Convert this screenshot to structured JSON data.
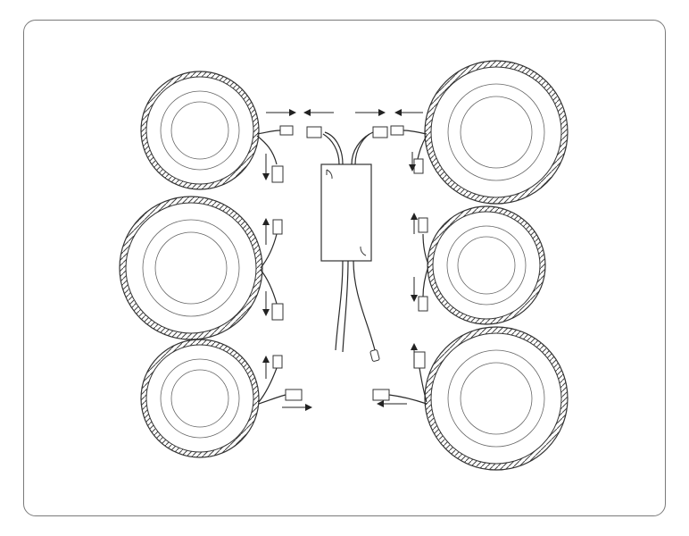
{
  "diagram": {
    "frame_color": "#7a7a7a",
    "line_color": "#2a2a2a",
    "background": "#ffffff",
    "lights": [
      {
        "name": "light-top-left",
        "position": "top-left"
      },
      {
        "name": "light-middle-left",
        "position": "middle-left"
      },
      {
        "name": "light-bottom-left",
        "position": "bottom-left"
      },
      {
        "name": "light-top-right",
        "position": "top-right"
      },
      {
        "name": "light-middle-right",
        "position": "middle-right"
      },
      {
        "name": "light-bottom-right",
        "position": "bottom-right"
      }
    ],
    "driver": {
      "name": "led-driver-box",
      "outputs": 2,
      "input_wires": 3
    }
  }
}
